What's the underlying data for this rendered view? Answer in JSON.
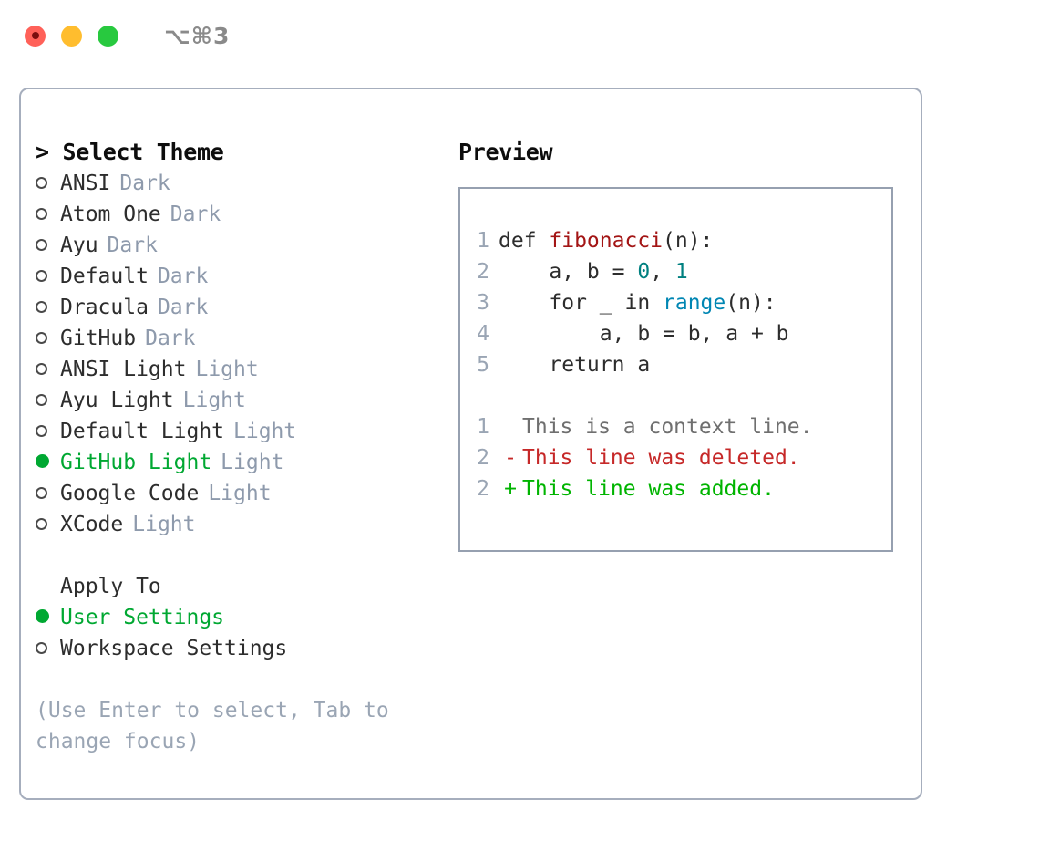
{
  "window": {
    "shortcut": "⌥⌘3",
    "traffic_lights": [
      {
        "name": "close",
        "color": "#ff6159"
      },
      {
        "name": "minimize",
        "color": "#ffbd2e"
      },
      {
        "name": "zoom",
        "color": "#28c93f"
      }
    ]
  },
  "colors": {
    "accent_green": "#00a832",
    "muted": "#8e9aac",
    "card_border": "#a6aebd",
    "preview_border": "#96a0b0",
    "diff_add": "#00b400",
    "diff_del": "#c62828",
    "syntax_function": "#a31515",
    "syntax_number": "#008080",
    "syntax_builtin": "#0086b3"
  },
  "left_pane": {
    "prompt": ">",
    "title": "Select Theme",
    "themes": [
      {
        "label": "ANSI",
        "tag": "Dark",
        "selected": false
      },
      {
        "label": "Atom One",
        "tag": "Dark",
        "selected": false
      },
      {
        "label": "Ayu",
        "tag": "Dark",
        "selected": false
      },
      {
        "label": "Default",
        "tag": "Dark",
        "selected": false
      },
      {
        "label": "Dracula",
        "tag": "Dark",
        "selected": false
      },
      {
        "label": "GitHub",
        "tag": "Dark",
        "selected": false
      },
      {
        "label": "ANSI Light",
        "tag": "Light",
        "selected": false
      },
      {
        "label": "Ayu Light",
        "tag": "Light",
        "selected": false
      },
      {
        "label": "Default Light",
        "tag": "Light",
        "selected": false
      },
      {
        "label": "GitHub Light",
        "tag": "Light",
        "selected": true
      },
      {
        "label": "Google Code",
        "tag": "Light",
        "selected": false
      },
      {
        "label": "XCode",
        "tag": "Light",
        "selected": false
      }
    ],
    "apply_to_heading": "Apply To",
    "apply_to": [
      {
        "label": "User Settings",
        "selected": true
      },
      {
        "label": "Workspace Settings",
        "selected": false
      }
    ],
    "hint": "(Use Enter to select, Tab to change focus)"
  },
  "right_pane": {
    "title": "Preview",
    "code_lines": [
      {
        "n": "1",
        "tokens": [
          {
            "t": "def ",
            "k": "plain"
          },
          {
            "t": "fibonacci",
            "k": "fn"
          },
          {
            "t": "(n):",
            "k": "plain"
          }
        ]
      },
      {
        "n": "2",
        "tokens": [
          {
            "t": "    a, b = ",
            "k": "plain"
          },
          {
            "t": "0",
            "k": "num"
          },
          {
            "t": ", ",
            "k": "plain"
          },
          {
            "t": "1",
            "k": "num"
          }
        ]
      },
      {
        "n": "3",
        "tokens": [
          {
            "t": "    for _ in ",
            "k": "plain"
          },
          {
            "t": "range",
            "k": "call"
          },
          {
            "t": "(n):",
            "k": "plain"
          }
        ]
      },
      {
        "n": "4",
        "tokens": [
          {
            "t": "        a, b = b, a + b",
            "k": "plain"
          }
        ]
      },
      {
        "n": "5",
        "tokens": [
          {
            "t": "    return a",
            "k": "plain"
          }
        ]
      }
    ],
    "diff_lines": [
      {
        "n": "1",
        "sign": " ",
        "text": "This is a context line.",
        "kind": "ctx"
      },
      {
        "n": "2",
        "sign": "-",
        "text": "This line was deleted.",
        "kind": "del"
      },
      {
        "n": "2",
        "sign": "+",
        "text": "This line was added.",
        "kind": "add"
      }
    ]
  }
}
